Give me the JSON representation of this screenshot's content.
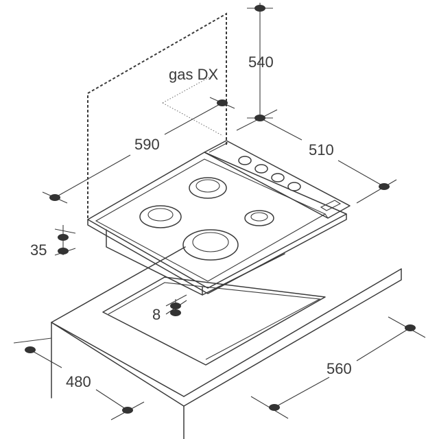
{
  "labels": {
    "gas": "gas DX",
    "height": "540",
    "hob_width": "590",
    "hob_depth": "510",
    "hob_thickness": "35",
    "clearance": "8",
    "cutout_depth": "480",
    "cutout_width": "560"
  }
}
